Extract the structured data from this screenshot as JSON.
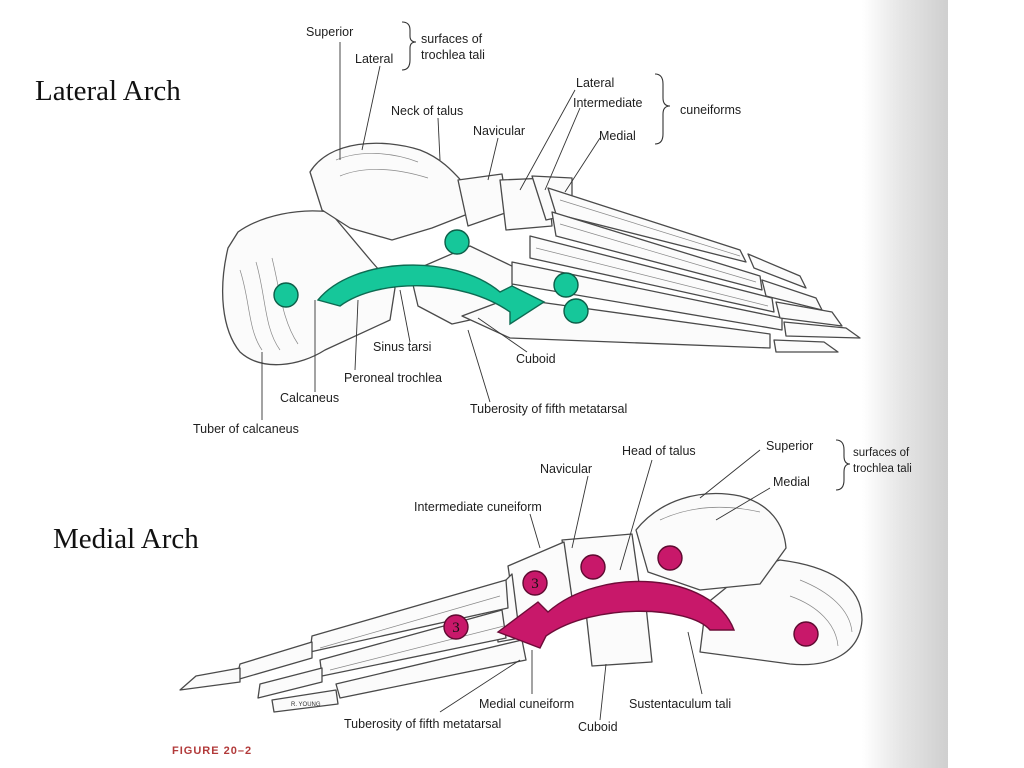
{
  "slide": {
    "lateral_title": "Lateral Arch",
    "medial_title": "Medial Arch"
  },
  "colors": {
    "lateral_marker": "#16c79a",
    "medial_marker": "#c8186a",
    "bone_stroke": "#4a4a4a",
    "page_edge": "#d9d9d9"
  },
  "lateral_diagram": {
    "labels": {
      "superior": "Superior",
      "lateral": "Lateral",
      "surfaces": "surfaces of",
      "trochlea": "trochlea tali",
      "neck_of_talus": "Neck of talus",
      "navicular": "Navicular",
      "cun_lateral": "Lateral",
      "cun_intermediate": "Intermediate",
      "cun_medial": "Medial",
      "cuneiforms": "cuneiforms",
      "sinus_tarsi": "Sinus tarsi",
      "cuboid": "Cuboid",
      "peroneal_trochlea": "Peroneal trochlea",
      "calcaneus": "Calcaneus",
      "tuberosity": "Tuberosity of fifth metatarsal",
      "tuber": "Tuber of calcaneus"
    }
  },
  "medial_diagram": {
    "labels": {
      "head_of_talus": "Head of talus",
      "superior": "Superior",
      "surfaces": "surfaces of",
      "trochlea": "trochlea tali",
      "navicular": "Navicular",
      "medial": "Medial",
      "intermediate_cuneiform": "Intermediate cuneiform",
      "medial_cuneiform": "Medial cuneiform",
      "sustentaculum": "Sustentaculum tali",
      "tuberosity": "Tuberosity of fifth metatarsal",
      "cuboid": "Cuboid",
      "artist": "R. YOUNG"
    },
    "marker_number": "3"
  },
  "figure_caption": "FIGURE 20–2"
}
